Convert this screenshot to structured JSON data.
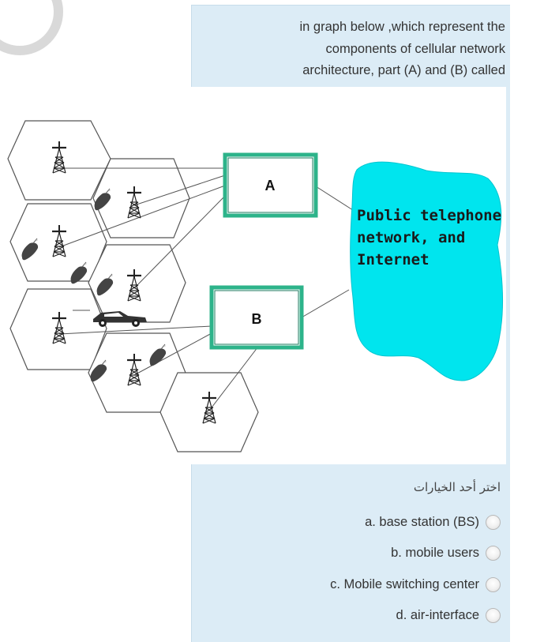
{
  "question": {
    "line1": "in graph below ,which represent the",
    "line2": "components of cellular network",
    "line3": "architecture, part (A) and (B) called"
  },
  "figure": {
    "box_a_label": "A",
    "box_b_label": "B",
    "cloud_line1": "Public telephone",
    "cloud_line2": "network, and",
    "cloud_line3": "Internet",
    "colors": {
      "box_border": "#2db38a",
      "cloud_fill": "#00e5ee",
      "hexagon_stroke": "#555555"
    }
  },
  "prompt": "اختر أحد الخيارات",
  "options": [
    {
      "label": "a. base station (BS)"
    },
    {
      "label": "b. mobile users"
    },
    {
      "label": "c. Mobile switching center"
    },
    {
      "label": "d. air-interface"
    }
  ]
}
